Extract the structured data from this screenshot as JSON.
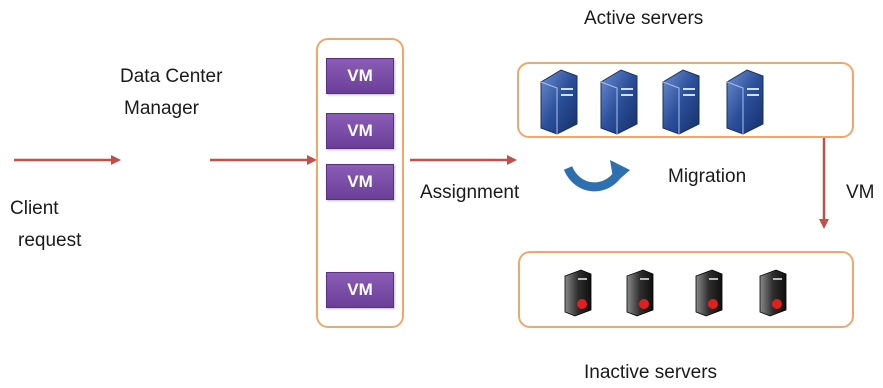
{
  "labels": {
    "active_servers": "Active servers",
    "data_center_line1": "Data Center",
    "data_center_line2": "Manager",
    "client_line1": "Client",
    "client_line2": "request",
    "assignment": "Assignment",
    "migration": "Migration",
    "vm_arrow": "VM",
    "inactive_servers": "Inactive servers"
  },
  "vms": [
    "VM",
    "VM",
    "VM",
    "VM"
  ],
  "colors": {
    "box_border": "#f0a86a",
    "arrow": "#c0504d",
    "vm_fill": "#7a4aa8",
    "migration_arrow": "#2e6fb0",
    "active_server": "#2b4f9a",
    "inactive_server": "#303030",
    "inactive_light": "#e02020"
  },
  "icons": {
    "active_server": "server-tower-blue-icon",
    "inactive_server": "server-tower-dark-icon",
    "migration": "curved-arrow-icon"
  }
}
